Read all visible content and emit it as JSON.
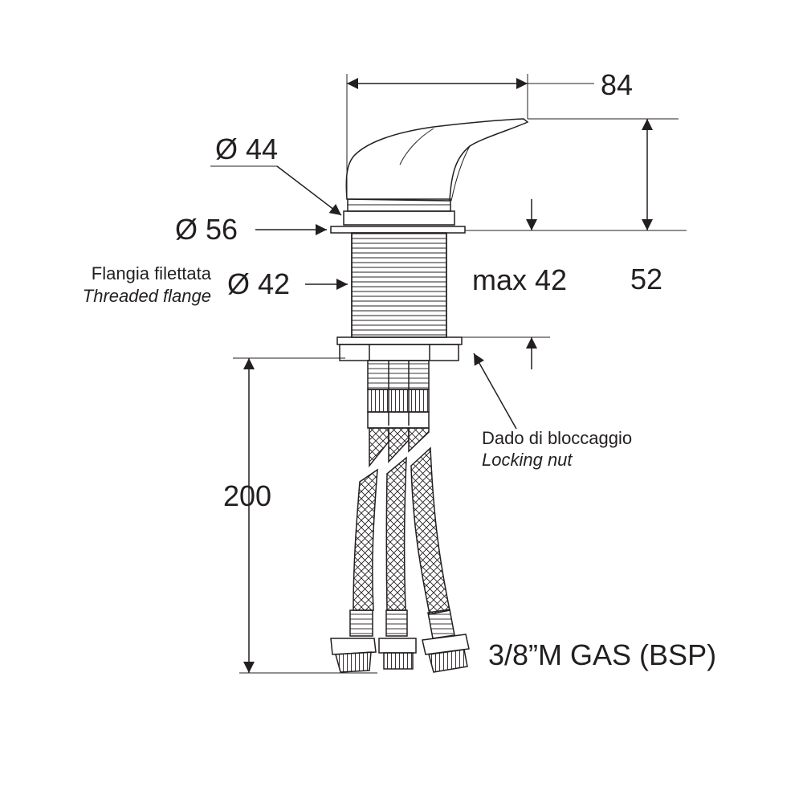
{
  "dimensions": {
    "handle_width": "84",
    "cap_diameter": "Ø 44",
    "flange_diameter": "Ø 56",
    "thread_diameter": "Ø 42",
    "max_thickness": "max 42",
    "height_above": "52",
    "hose_length": "200",
    "connection": "3/8”M GAS (BSP)"
  },
  "callouts": {
    "flange_it": "Flangia filettata",
    "flange_en": "Threaded flange",
    "nut_it": "Dado di bloccaggio",
    "nut_en": "Locking nut"
  },
  "colors": {
    "line": "#231f20",
    "background": "#ffffff"
  }
}
